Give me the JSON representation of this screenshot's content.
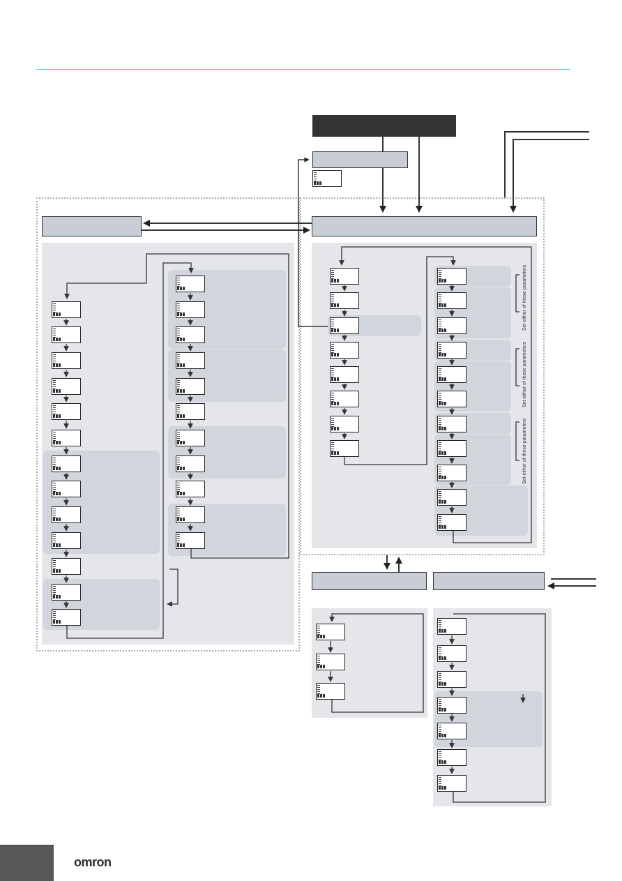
{
  "diagram": {
    "side_note": "Set either of these parameters",
    "side_note_count": 3
  },
  "footer": {
    "brand": "omron"
  },
  "colors": {
    "accent_rule": "#5fd3e0",
    "header_dark": "#333333",
    "header_box": "#c9ced6",
    "panel": "#e4e6ea",
    "group": "#d1d5dc",
    "page_tab": "#555759"
  }
}
